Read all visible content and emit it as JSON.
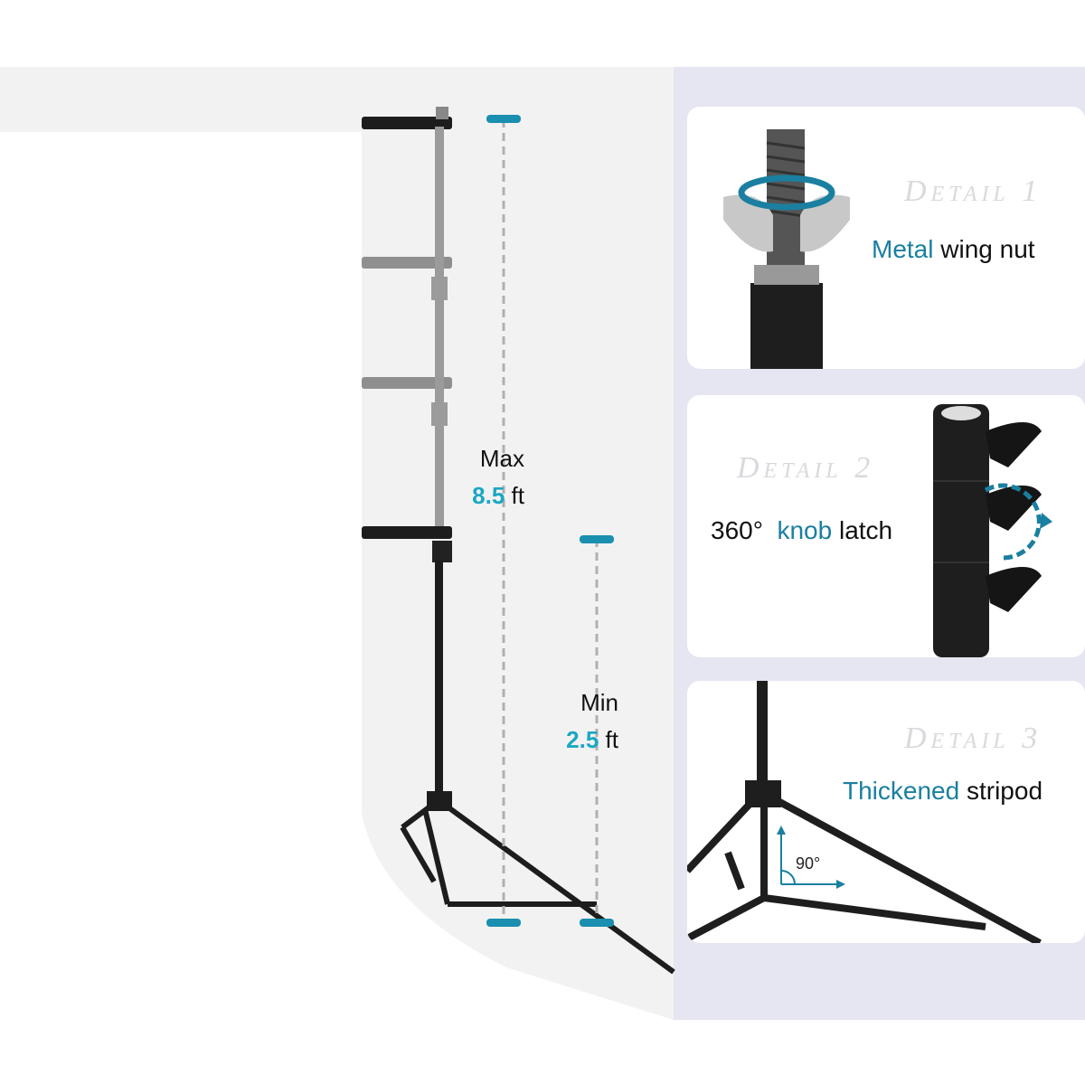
{
  "colors": {
    "accent": "#1a7fa0",
    "marker": "#1a8fb0",
    "panel_bg": "#e6e6f2"
  },
  "measurements": {
    "max": {
      "label": "Max",
      "value": "8.5",
      "unit": "ft"
    },
    "min": {
      "label": "Min",
      "value": "2.5",
      "unit": "ft"
    }
  },
  "details": [
    {
      "label": "Detail 1",
      "accent": "Metal",
      "text": "wing nut"
    },
    {
      "label": "Detail 2",
      "lead": "360°",
      "accent": "knob",
      "text": "latch"
    },
    {
      "label": "Detail 3",
      "accent": "Thickened",
      "text": "stripod",
      "angle": "90°"
    }
  ]
}
